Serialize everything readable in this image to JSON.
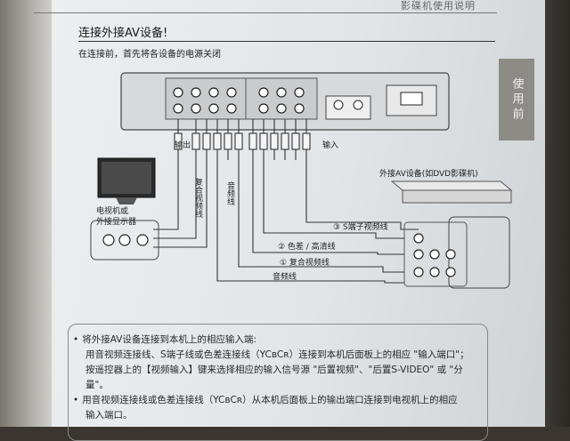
{
  "header": {
    "running_title": "影碟机使用说明"
  },
  "section": {
    "title": "连接外接AV设备!",
    "subtitle": "在连接前，首先将各设备的电源关闭"
  },
  "side_tab": {
    "label": "使用前"
  },
  "diagram": {
    "label_output": "输出",
    "label_input": "输入",
    "label_tv": "电视机或\n外接显示器",
    "label_tv_line1": "电视机或",
    "label_tv_line2": "外接显示器",
    "label_composite_vertical": "复合视频线",
    "label_audio_vertical": "音频线",
    "label_av_device": "外接AV设备(如DVD影碟机)",
    "cable_3": "③ S端子视频线",
    "cable_2": "② 色差 / 高清线",
    "cable_1": "① 复合视频线",
    "cable_audio": "音频线"
  },
  "notes": [
    {
      "lines": [
        "将外接AV设备连接到本机上的相应输入端:",
        "用音视频连接线、S端子线或色差连接线（YCʙCʀ）连接到本机后面板上的相应 \"输入端口\"；",
        "按遥控器上的【视频输入】键来选择相应的输入信号源 \"后置视频\"、\"后置S-VIDEO\" 或 \"分",
        "量\"。"
      ]
    },
    {
      "lines": [
        "用音视频连接线或色差连接线（YCʙCʀ）从本机后面板上的输出端口连接到电视机上的相应",
        "输入端口。"
      ]
    }
  ],
  "colors": {
    "paper": "#e6e8ea",
    "ink": "#2a2a2a",
    "tab": "#8d8b86"
  }
}
